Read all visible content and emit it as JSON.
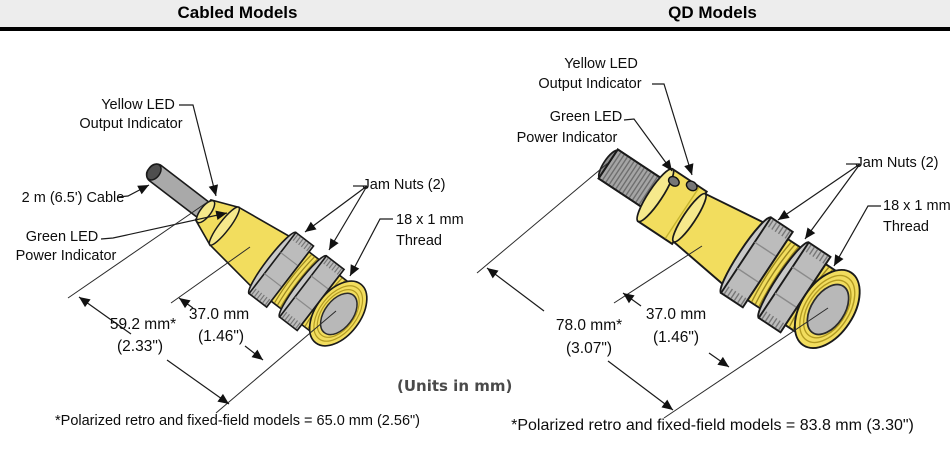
{
  "header": {
    "cabled_title": "Cabled Models",
    "qd_title": "QD Models"
  },
  "units_note": "(Units in mm)",
  "cabled": {
    "labels": {
      "yellow_led": [
        "Yellow LED",
        "Output Indicator"
      ],
      "cable": "2 m (6.5') Cable",
      "green_led": [
        "Green LED",
        "Power Indicator"
      ],
      "jam_nuts": "Jam Nuts (2)",
      "thread": [
        "18 x 1 mm",
        "Thread"
      ]
    },
    "dims": {
      "overall": [
        "59.2 mm*",
        "(2.33\")"
      ],
      "front": [
        "37.0 mm",
        "(1.46\")"
      ]
    },
    "footnote": "*Polarized retro and fixed-field models = 65.0 mm (2.56\")"
  },
  "qd": {
    "labels": {
      "yellow_led": [
        "Yellow LED",
        "Output Indicator"
      ],
      "green_led": [
        "Green LED",
        "Power Indicator"
      ],
      "jam_nuts": "Jam Nuts (2)",
      "thread": [
        "18 x 1 mm",
        "Thread"
      ]
    },
    "dims": {
      "overall": [
        "78.0 mm*",
        "(3.07\")"
      ],
      "front": [
        "37.0 mm",
        "(1.46\")"
      ]
    },
    "footnote": "*Polarized retro and fixed-field models = 83.8 mm (3.30\")"
  },
  "colors": {
    "sensor_yellow": "#f2dd5e",
    "highlight_yellow": "#f6e98c",
    "metal_gray": "#bcbcbc",
    "cable_gray": "#a9a9a9",
    "lens_gray": "#b8b8b8",
    "outline": "#1a1a1a"
  }
}
